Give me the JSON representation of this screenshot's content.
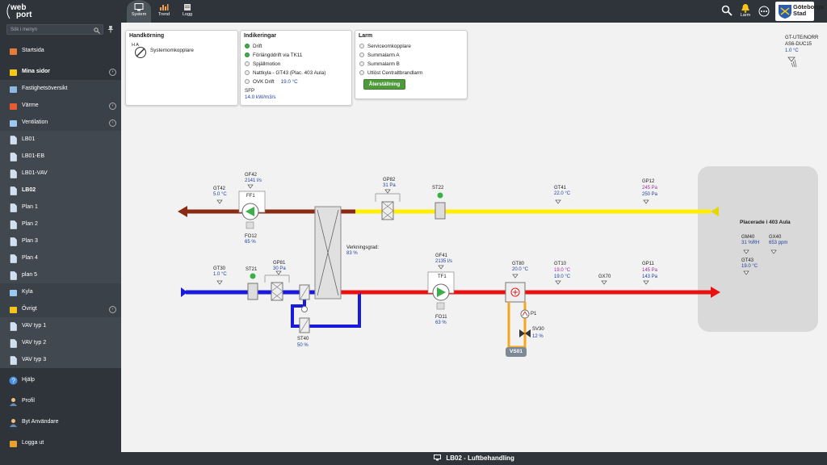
{
  "app": {
    "logo_top": "web",
    "logo_bottom": "port",
    "city": "Göteborgs Stad"
  },
  "nav": [
    {
      "label": "System",
      "active": true
    },
    {
      "label": "Trend"
    },
    {
      "label": "Logg"
    }
  ],
  "top_icons": {
    "alarm_label": "Larm"
  },
  "search": {
    "placeholder": "Sök i menyn"
  },
  "sidebar": [
    {
      "label": "Startsida",
      "icon": "home-icon"
    },
    {
      "label": "Mina sidor",
      "icon": "folder-icon"
    },
    {
      "label": "Fastighetsöversikt",
      "icon": "building-icon"
    },
    {
      "label": "Värme",
      "icon": "heating-icon"
    },
    {
      "label": "Ventilation",
      "icon": "fan-icon"
    },
    {
      "label": "LB01",
      "icon": "document-icon"
    },
    {
      "label": "LB01-EB",
      "icon": "document-icon"
    },
    {
      "label": "LB01-VAV",
      "icon": "document-icon"
    },
    {
      "label": "LB02",
      "icon": "document-icon"
    },
    {
      "label": "Plan 1",
      "icon": "document-icon"
    },
    {
      "label": "Plan 2",
      "icon": "document-icon"
    },
    {
      "label": "Plan 3",
      "icon": "document-icon"
    },
    {
      "label": "Plan 4",
      "icon": "document-icon"
    },
    {
      "label": "plan 5",
      "icon": "document-icon"
    },
    {
      "label": "Kyla",
      "icon": "cooling-icon"
    },
    {
      "label": "Övrigt",
      "icon": "other-icon"
    },
    {
      "label": "VAV typ 1",
      "icon": "document-icon"
    },
    {
      "label": "VAV typ 2",
      "icon": "document-icon"
    },
    {
      "label": "VAV typ 3",
      "icon": "document-icon"
    },
    {
      "label": "Hjälp",
      "icon": "help-icon"
    },
    {
      "label": "Profil",
      "icon": "user-icon"
    },
    {
      "label": "Byt Användare",
      "icon": "switch-user-icon"
    },
    {
      "label": "Logga ut",
      "icon": "logout-icon"
    }
  ],
  "handkorning": {
    "title": "Handkörning",
    "switch_label": "H  A",
    "item": "Systemomkopplare"
  },
  "indikeringar": {
    "title": "Indikeringar",
    "items": [
      "Drift",
      "Förlängddrift via TK11",
      "Spjällmotion",
      "Nattkyla - GT43 (Plac. 403 Aula)",
      "OVK Drift"
    ],
    "ovk_value": "19.0 °C",
    "sfp_label": "SFP",
    "sfp_value": "14.0 kW/m3/s"
  },
  "larm": {
    "title": "Larm",
    "items": [
      "Serviceomkopplare",
      "Summalarm A",
      "Summalarm B",
      "Utlöst Centraltbrandlarm"
    ],
    "reset": "Återställning"
  },
  "outdoor": {
    "name1": "GT-UTE/NORR",
    "name2": "AS6-DUC15",
    "value": "1.0 °C"
  },
  "sensors": {
    "gt42": {
      "name": "GT42",
      "value": "5.0 °C"
    },
    "gf42": {
      "name": "GF42",
      "value": "2141 l/s"
    },
    "ff1": "FF1",
    "fo12": {
      "name": "FO12",
      "value": "65 %"
    },
    "gp82": {
      "name": "GP82",
      "value": "31 Pa"
    },
    "st22": "ST22",
    "gt41": {
      "name": "GT41",
      "value": "22.0 °C"
    },
    "gp12": {
      "name": "GP12",
      "value1": "245 Pa",
      "value2": "250 Pa"
    },
    "gt30": {
      "name": "GT30",
      "value": "1.0 °C"
    },
    "st21": "ST21",
    "gp81": {
      "name": "GP81",
      "value": "30 Pa"
    },
    "verkningsgrad": {
      "name": "Verkningsgrad:",
      "value": "83 %"
    },
    "gf41": {
      "name": "GF41",
      "value": "2135 l/s"
    },
    "tf1": "TF1",
    "fo11": {
      "name": "FO11",
      "value": "63 %"
    },
    "gt80": {
      "name": "GT80",
      "value": "20.0 °C"
    },
    "gt10": {
      "name": "GT10",
      "value1": "19.0 °C",
      "value2": "19.0 °C"
    },
    "gx70": "GX70",
    "gp11": {
      "name": "GP11",
      "value1": "145 Pa",
      "value2": "143 Pa"
    },
    "st40": {
      "name": "ST40",
      "value": "50 %"
    },
    "p1": "P1",
    "sv30": {
      "name": "SV30",
      "value": "12 %"
    },
    "vs01": "VS01"
  },
  "room": {
    "title": "Placerade i 403 Aula",
    "gm40": {
      "name": "GM40",
      "value": "31 %RH"
    },
    "gx40": {
      "name": "GX40",
      "value": "653 ppm"
    },
    "gt43": {
      "name": "GT43",
      "value": "19.0 °C"
    }
  },
  "footer": {
    "title": "LB02 - Luftbehandling"
  },
  "colors": {
    "extract_dark": "#8b2a12",
    "extract": "#ffee00",
    "supply_cold": "#1a1adf",
    "supply": "#e81010",
    "heating": "#f5a623",
    "sidebar": "#2e343a",
    "active_green": "#3bb04a"
  }
}
